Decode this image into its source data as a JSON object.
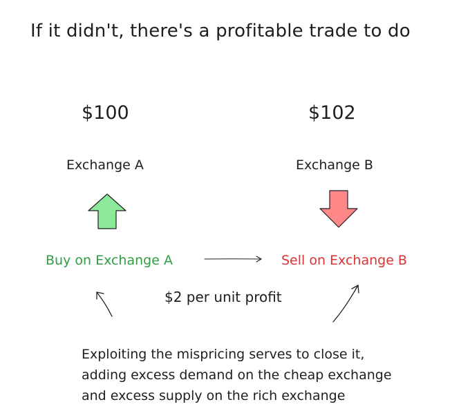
{
  "title": "If it didn't, there's a profitable trade to do",
  "exchange_a": {
    "price": "$100",
    "label": "Exchange A",
    "action": "Buy on Exchange A"
  },
  "exchange_b": {
    "price": "$102",
    "label": "Exchange B",
    "action": "Sell on Exchange B"
  },
  "profit_label": "$2 per unit profit",
  "note_lines": [
    "Exploiting the mispricing serves to close it,",
    "adding excess demand on the cheap exchange",
    "and excess supply on the rich exchange"
  ],
  "colors": {
    "buy": "#2f9e44",
    "sell": "#e03131",
    "up_arrow_fill": "#8ce99a",
    "down_arrow_fill": "#ff8787",
    "ink": "#1e1e1e"
  },
  "icons": {
    "up": "up-arrow-icon",
    "down": "down-arrow-icon",
    "flow": "right-arrow-icon"
  }
}
